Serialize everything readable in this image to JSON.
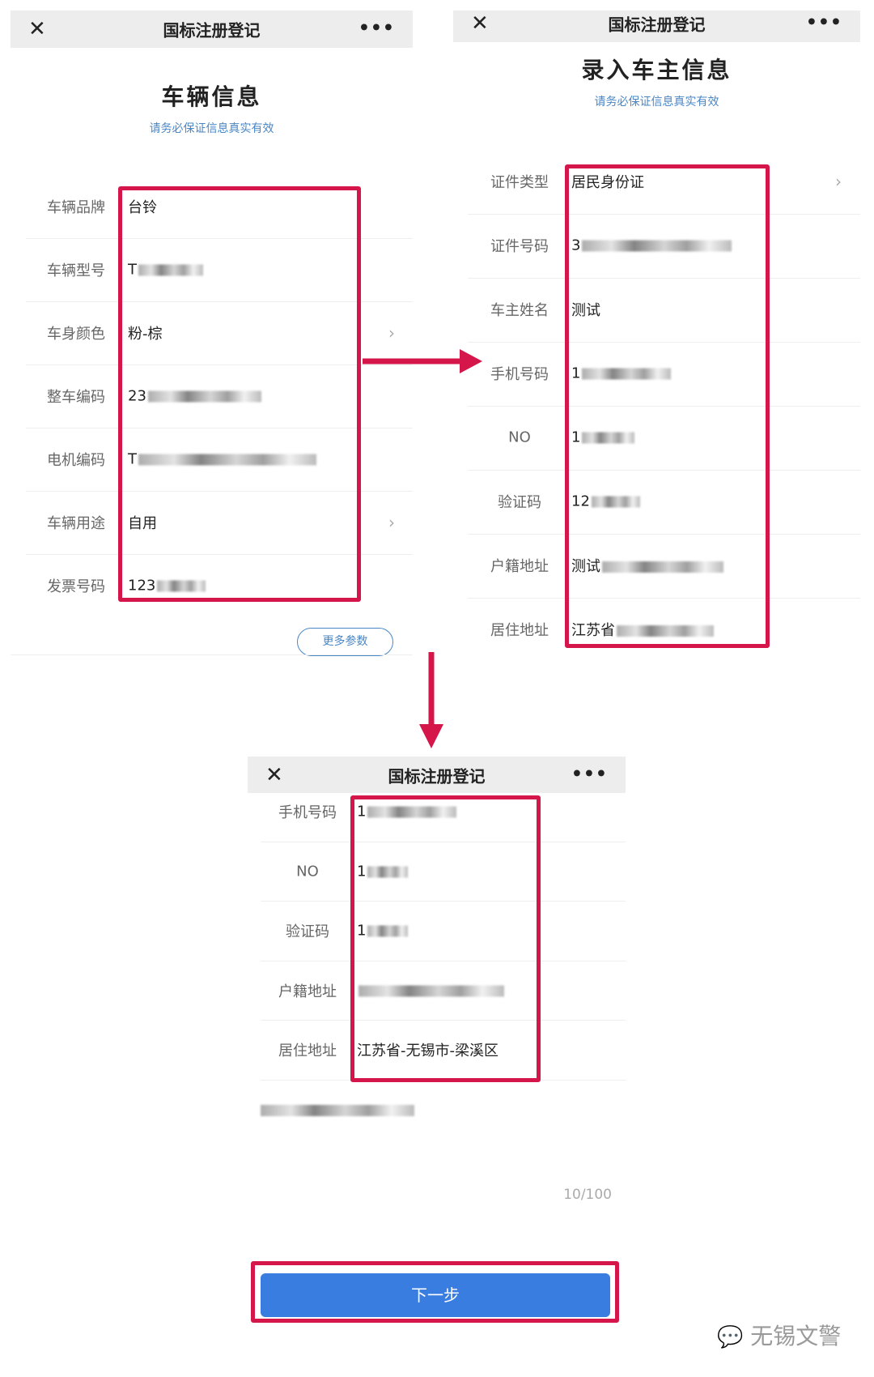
{
  "app_title": "国标注册登记",
  "icons": {
    "close": "close-icon",
    "more": "more-icon",
    "chevron": "chevron-right-icon"
  },
  "colors": {
    "accent_red": "#d4164a",
    "button_blue": "#3a7de0",
    "subtitle_blue": "#4a86c5"
  },
  "screen1": {
    "title": "车辆信息",
    "subtitle": "请务必保证信息真实有效",
    "rows": [
      {
        "label": "车辆品牌",
        "value": "台铃"
      },
      {
        "label": "车辆型号",
        "value": "T"
      },
      {
        "label": "车身颜色",
        "value": "粉-棕"
      },
      {
        "label": "整车编码",
        "value": "23"
      },
      {
        "label": "电机编码",
        "value": "T"
      },
      {
        "label": "车辆用途",
        "value": "自用"
      },
      {
        "label": "发票号码",
        "value": "123"
      }
    ],
    "more_params": "更多参数"
  },
  "screen2": {
    "title": "录入车主信息",
    "subtitle": "请务必保证信息真实有效",
    "rows": [
      {
        "label": "证件类型",
        "value": "居民身份证"
      },
      {
        "label": "证件号码",
        "value": "3"
      },
      {
        "label": "车主姓名",
        "value": "测试"
      },
      {
        "label": "手机号码",
        "value": "1"
      },
      {
        "label": "NO",
        "value": "1"
      },
      {
        "label": "验证码",
        "value": "12"
      },
      {
        "label": "户籍地址",
        "value": "测试"
      },
      {
        "label": "居住地址",
        "value": "江苏省"
      }
    ]
  },
  "screen3": {
    "rows": [
      {
        "label": "手机号码",
        "value": "1"
      },
      {
        "label": "NO",
        "value": "1"
      },
      {
        "label": "验证码",
        "value": "1"
      },
      {
        "label": "户籍地址",
        "value": ""
      },
      {
        "label": "居住地址",
        "value": "江苏省-无锡市-梁溪区"
      }
    ],
    "textarea_counter": "10/100",
    "next_button": "下一步"
  },
  "watermark": "无锡文警"
}
